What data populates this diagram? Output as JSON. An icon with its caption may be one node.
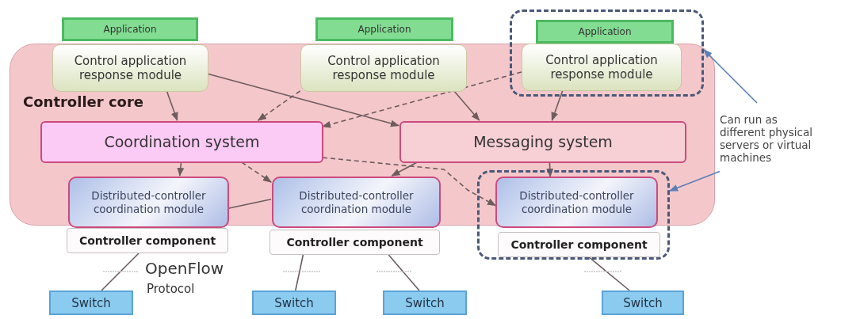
{
  "diagram": {
    "nodes": [
      {
        "text": [
          "Controller core"
        ]
      },
      {
        "text": [
          "Application"
        ]
      },
      {
        "text": [
          "Application"
        ]
      },
      {
        "text": [],
        "shape": "box"
      },
      {
        "text": [
          "Application"
        ],
        "in": 3
      },
      {
        "text": [
          "Control application response module"
        ],
        "in": 0
      },
      {
        "text": [
          "Control application response module"
        ],
        "in": 0
      },
      {
        "text": [
          "Control application response module"
        ]
      },
      {
        "text": [
          "Can run as different physical servers or virtual machines"
        ]
      },
      {
        "text": [
          "Coordination system"
        ],
        "in": 0
      },
      {
        "text": [
          "Messaging system"
        ],
        "in": 0
      },
      {
        "text": [
          "Distributed-controller coordination module"
        ],
        "in": 0
      },
      {
        "text": [
          "Distributed-controller coordination module"
        ],
        "in": 0
      },
      {
        "text": [],
        "shape": "box"
      },
      {
        "text": [
          "Distributed-controller coordination module"
        ]
      },
      {
        "text": [
          "Controller component"
        ]
      },
      {
        "text": [
          "Controller component"
        ]
      },
      {
        "text": [
          "Controller component"
        ],
        "in": 13
      },
      {
        "text": [
          "Switch"
        ]
      },
      {
        "text": [
          "Switch"
        ]
      },
      {
        "text": [
          "Switch"
        ]
      },
      {
        "text": [
          "Switch"
        ]
      }
    ],
    "edges": [
      {
        "from": 5,
        "to": 9,
        "arrow": "to"
      },
      {
        "from": 5,
        "to": 10,
        "arrow": "to"
      },
      {
        "from": 6,
        "to": 9,
        "arrow": "to",
        "style": "dashed"
      },
      {
        "from": 6,
        "to": 10,
        "arrow": "to"
      },
      {
        "from": 7,
        "to": 9,
        "arrow": "to",
        "style": "dashed"
      },
      {
        "from": 7,
        "to": 10,
        "arrow": "to"
      },
      {
        "from": 9,
        "to": 11,
        "arrow": "to"
      },
      {
        "from": 9,
        "to": 12,
        "arrow": "to",
        "style": "dashed"
      },
      {
        "from": 9,
        "to": 14,
        "arrow": "to",
        "style": "dashed"
      },
      {
        "from": 10,
        "to": 12,
        "arrow": "to"
      },
      {
        "from": 10,
        "to": 14,
        "arrow": "to"
      },
      {
        "from": 11,
        "to": 12,
        "arrow": "none"
      },
      {
        "from": 15,
        "to": 18,
        "arrow": "none"
      },
      {
        "from": 16,
        "to": 19,
        "arrow": "none"
      },
      {
        "from": 16,
        "to": 20,
        "arrow": "none"
      },
      {
        "from": 17,
        "to": 21,
        "arrow": "none"
      },
      {
        "from": 8,
        "to": 3,
        "arrow": "to",
        "color": "#5a7fb8"
      },
      {
        "from": 8,
        "to": 13,
        "arrow": "to",
        "color": "#5a7fb8"
      }
    ],
    "labels": [
      "OpenFlow",
      "Protocol"
    ]
  }
}
